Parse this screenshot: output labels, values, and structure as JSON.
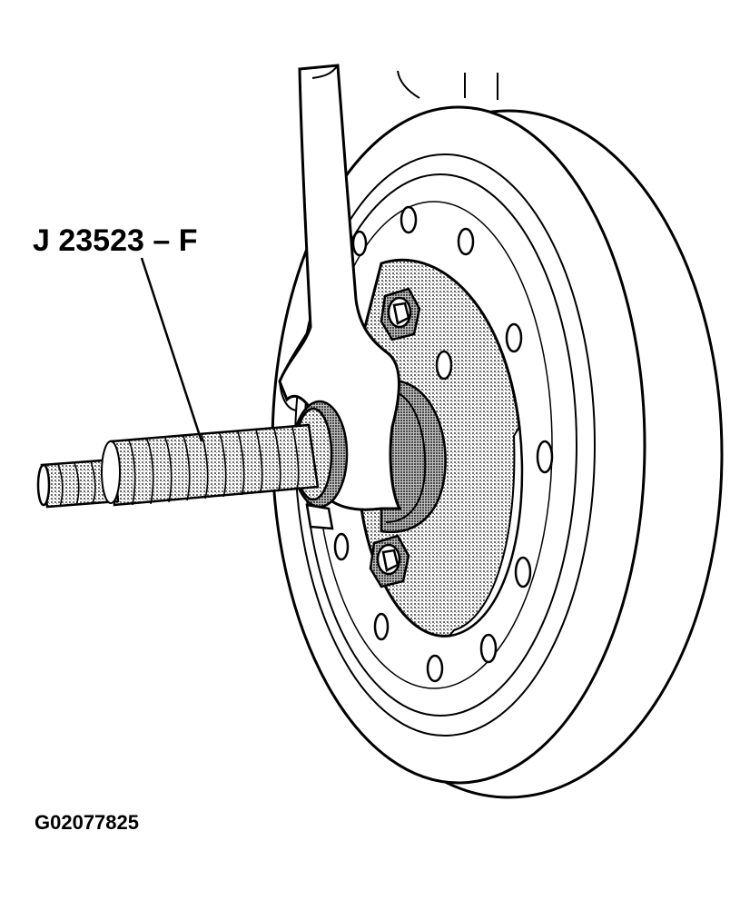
{
  "diagram": {
    "tool_callout": "J 23523 – F",
    "figure_code": "G02077825"
  },
  "parts": [
    {
      "name": "crankshaft-balancer",
      "icon": "pulley-icon"
    },
    {
      "name": "puller-plate",
      "icon": "plate-icon"
    },
    {
      "name": "forcing-screw",
      "icon": "screw-icon"
    },
    {
      "name": "wrench",
      "icon": "wrench-icon"
    },
    {
      "name": "mounting-bolt-upper",
      "icon": "bolt-icon"
    },
    {
      "name": "mounting-bolt-lower",
      "icon": "bolt-icon"
    }
  ],
  "colors": {
    "line": "#000000",
    "shade": "#9a9a9a",
    "background": "#ffffff"
  }
}
